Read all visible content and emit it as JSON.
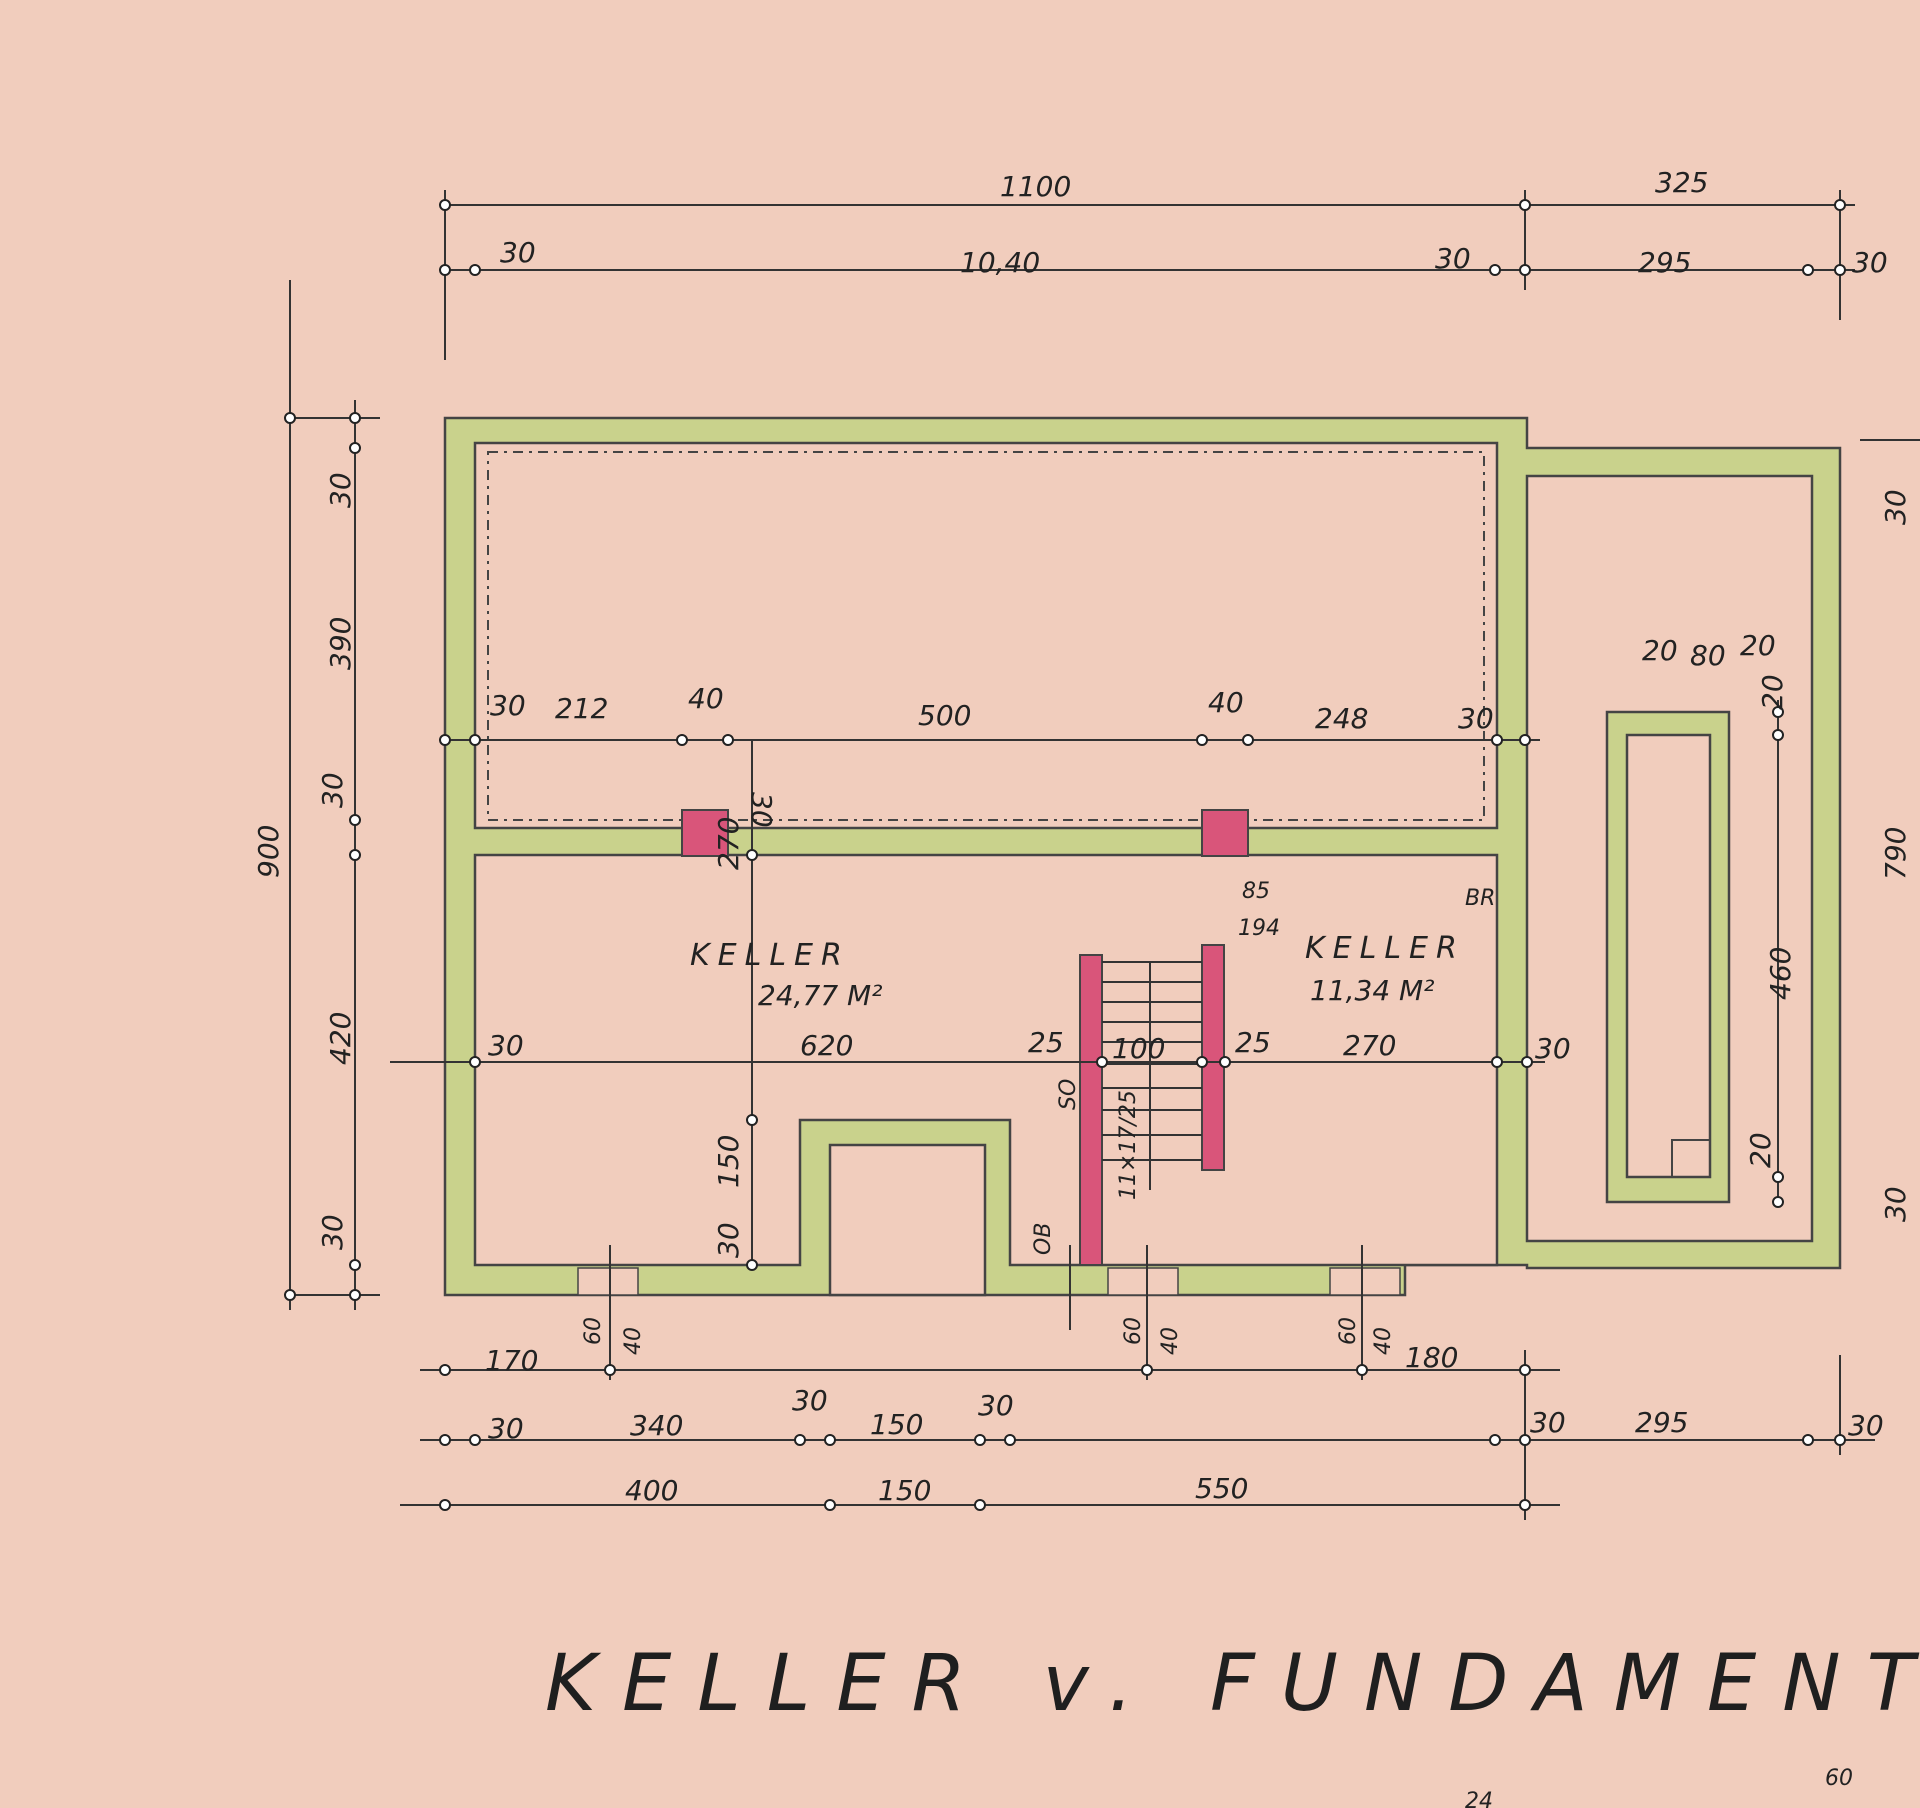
{
  "title": "KELLER v. FUNDAMENTE",
  "rooms": [
    {
      "name": "KELLER",
      "area": "24,77 M²"
    },
    {
      "name": "KELLER",
      "area": "11,34 M²"
    }
  ],
  "annotations": {
    "boiler": "BR",
    "stair_note": "11×17/25",
    "ob": "OB",
    "so": "SO",
    "stair_dims": [
      "85",
      "194"
    ]
  },
  "dims": {
    "top1": [
      "1100",
      "325"
    ],
    "top2": [
      "30",
      "10,40",
      "30",
      "295",
      "30"
    ],
    "mid_row": [
      "30",
      "212",
      "40",
      "500",
      "40",
      "248",
      "30"
    ],
    "low_row": [
      "30",
      "620",
      "25",
      "100",
      "25",
      "270",
      "30"
    ],
    "left_outer": "900",
    "left_inner": [
      "30",
      "390",
      "30",
      "420",
      "30"
    ],
    "inner_vert": [
      "30",
      "270",
      "150",
      "30"
    ],
    "right_block": [
      "20",
      "80",
      "20",
      "20",
      "460",
      "20"
    ],
    "right_side": [
      "30",
      "790",
      "30"
    ],
    "openings": [
      "60",
      "40",
      "60",
      "40",
      "60",
      "40"
    ],
    "bottom1": [
      "170",
      "180"
    ],
    "bottom2": [
      "30",
      "340",
      "30",
      "150",
      "30",
      "30",
      "295",
      "30"
    ],
    "bottom3": [
      "400",
      "150",
      "550"
    ],
    "corner": "60",
    "page_fragment": "24"
  },
  "colors": {
    "paper": "#f1cdbd",
    "wall": "#c9d28c",
    "chimney": "#d9557a",
    "ink": "#222222"
  }
}
